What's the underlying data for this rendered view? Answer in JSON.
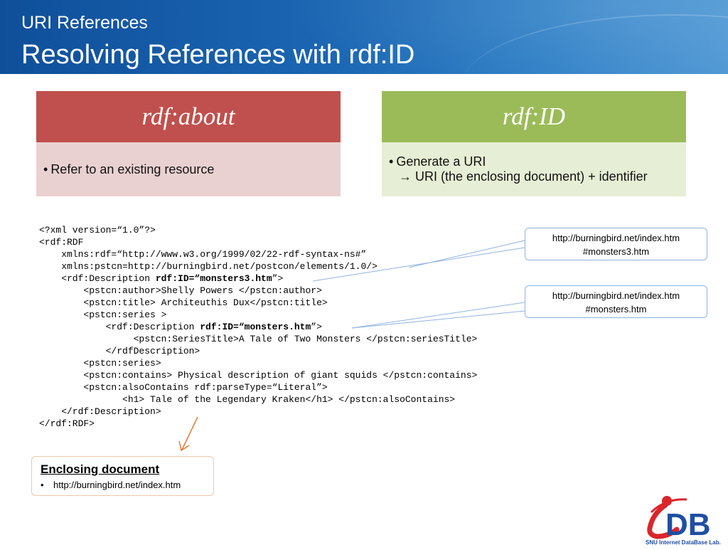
{
  "header": {
    "subtitle": "URI References",
    "title": "Resolving References with rdf:ID"
  },
  "boxes": [
    {
      "heading": "rdf:about",
      "bullet": "•",
      "lines": [
        "Refer to an existing resource"
      ]
    },
    {
      "heading": "rdf:ID",
      "bullet": "•",
      "lines": [
        "Generate a URI",
        "→ URI (the enclosing document) + identifier"
      ]
    }
  ],
  "code": {
    "l1": "<?xml version=“1.0”?>",
    "l2": "<rdf:RDF",
    "l3": "    xmlns:rdf=“http://www.w3.org/1999/02/22-rdf-syntax-ns#”",
    "l4": "    xmlns:pstcn=http://burningbird.net/postcon/elements/1.0/>",
    "l5a": "    <rdf:Description ",
    "l5b": "rdf:ID=“monsters3.htm",
    "l5c": "”>",
    "l6": "        <pstcn:author>Shelly Powers </pstcn:author>",
    "l7": "        <pstcn:title> Architeuthis Dux</pstcn:title>",
    "l8": "        <pstcn:series >",
    "l9a": "            <rdf:Description ",
    "l9b": "rdf:ID=“monsters.htm",
    "l9c": "”>",
    "l10": "                 <pstcn:SeriesTitle>A Tale of Two Monsters </pstcn:seriesTitle>",
    "l11": "            </rdfDescription>",
    "l12": "        <pstcn:series>",
    "l13": "        <pstcn:contains> Physical description of giant squids </pstcn:contains>",
    "l14": "        <pstcn:alsoContains rdf:parseType=“Literal”>",
    "l15": "               <h1> Tale of the Legendary Kraken</h1> </pstcn:alsoContains>",
    "l16": "    </rdf:Description>",
    "l17": "</rdf:RDF>"
  },
  "callouts": [
    {
      "line1": "http://burningbird.net/index.htm",
      "line2": "#monsters3.htm"
    },
    {
      "line1": "http://burningbird.net/index.htm",
      "line2": "#monsters.htm"
    }
  ],
  "enclosing": {
    "heading": "Enclosing document",
    "bullet": "•",
    "item": "http://burningbird.net/index.htm"
  },
  "logo": {
    "text": "DB",
    "caption": "SNU Internet DataBase Lab.",
    "colors": {
      "blue": "#1f4fa3",
      "red": "#d9262a"
    }
  },
  "colors": {
    "header_blue": "#1b66b3",
    "about_head": "#c0504d",
    "about_body": "#ead1d1",
    "id_head": "#9bbb59",
    "id_body": "#e6eed5",
    "arrow": "#e97b35",
    "callout_border": "#8fb3e0"
  }
}
